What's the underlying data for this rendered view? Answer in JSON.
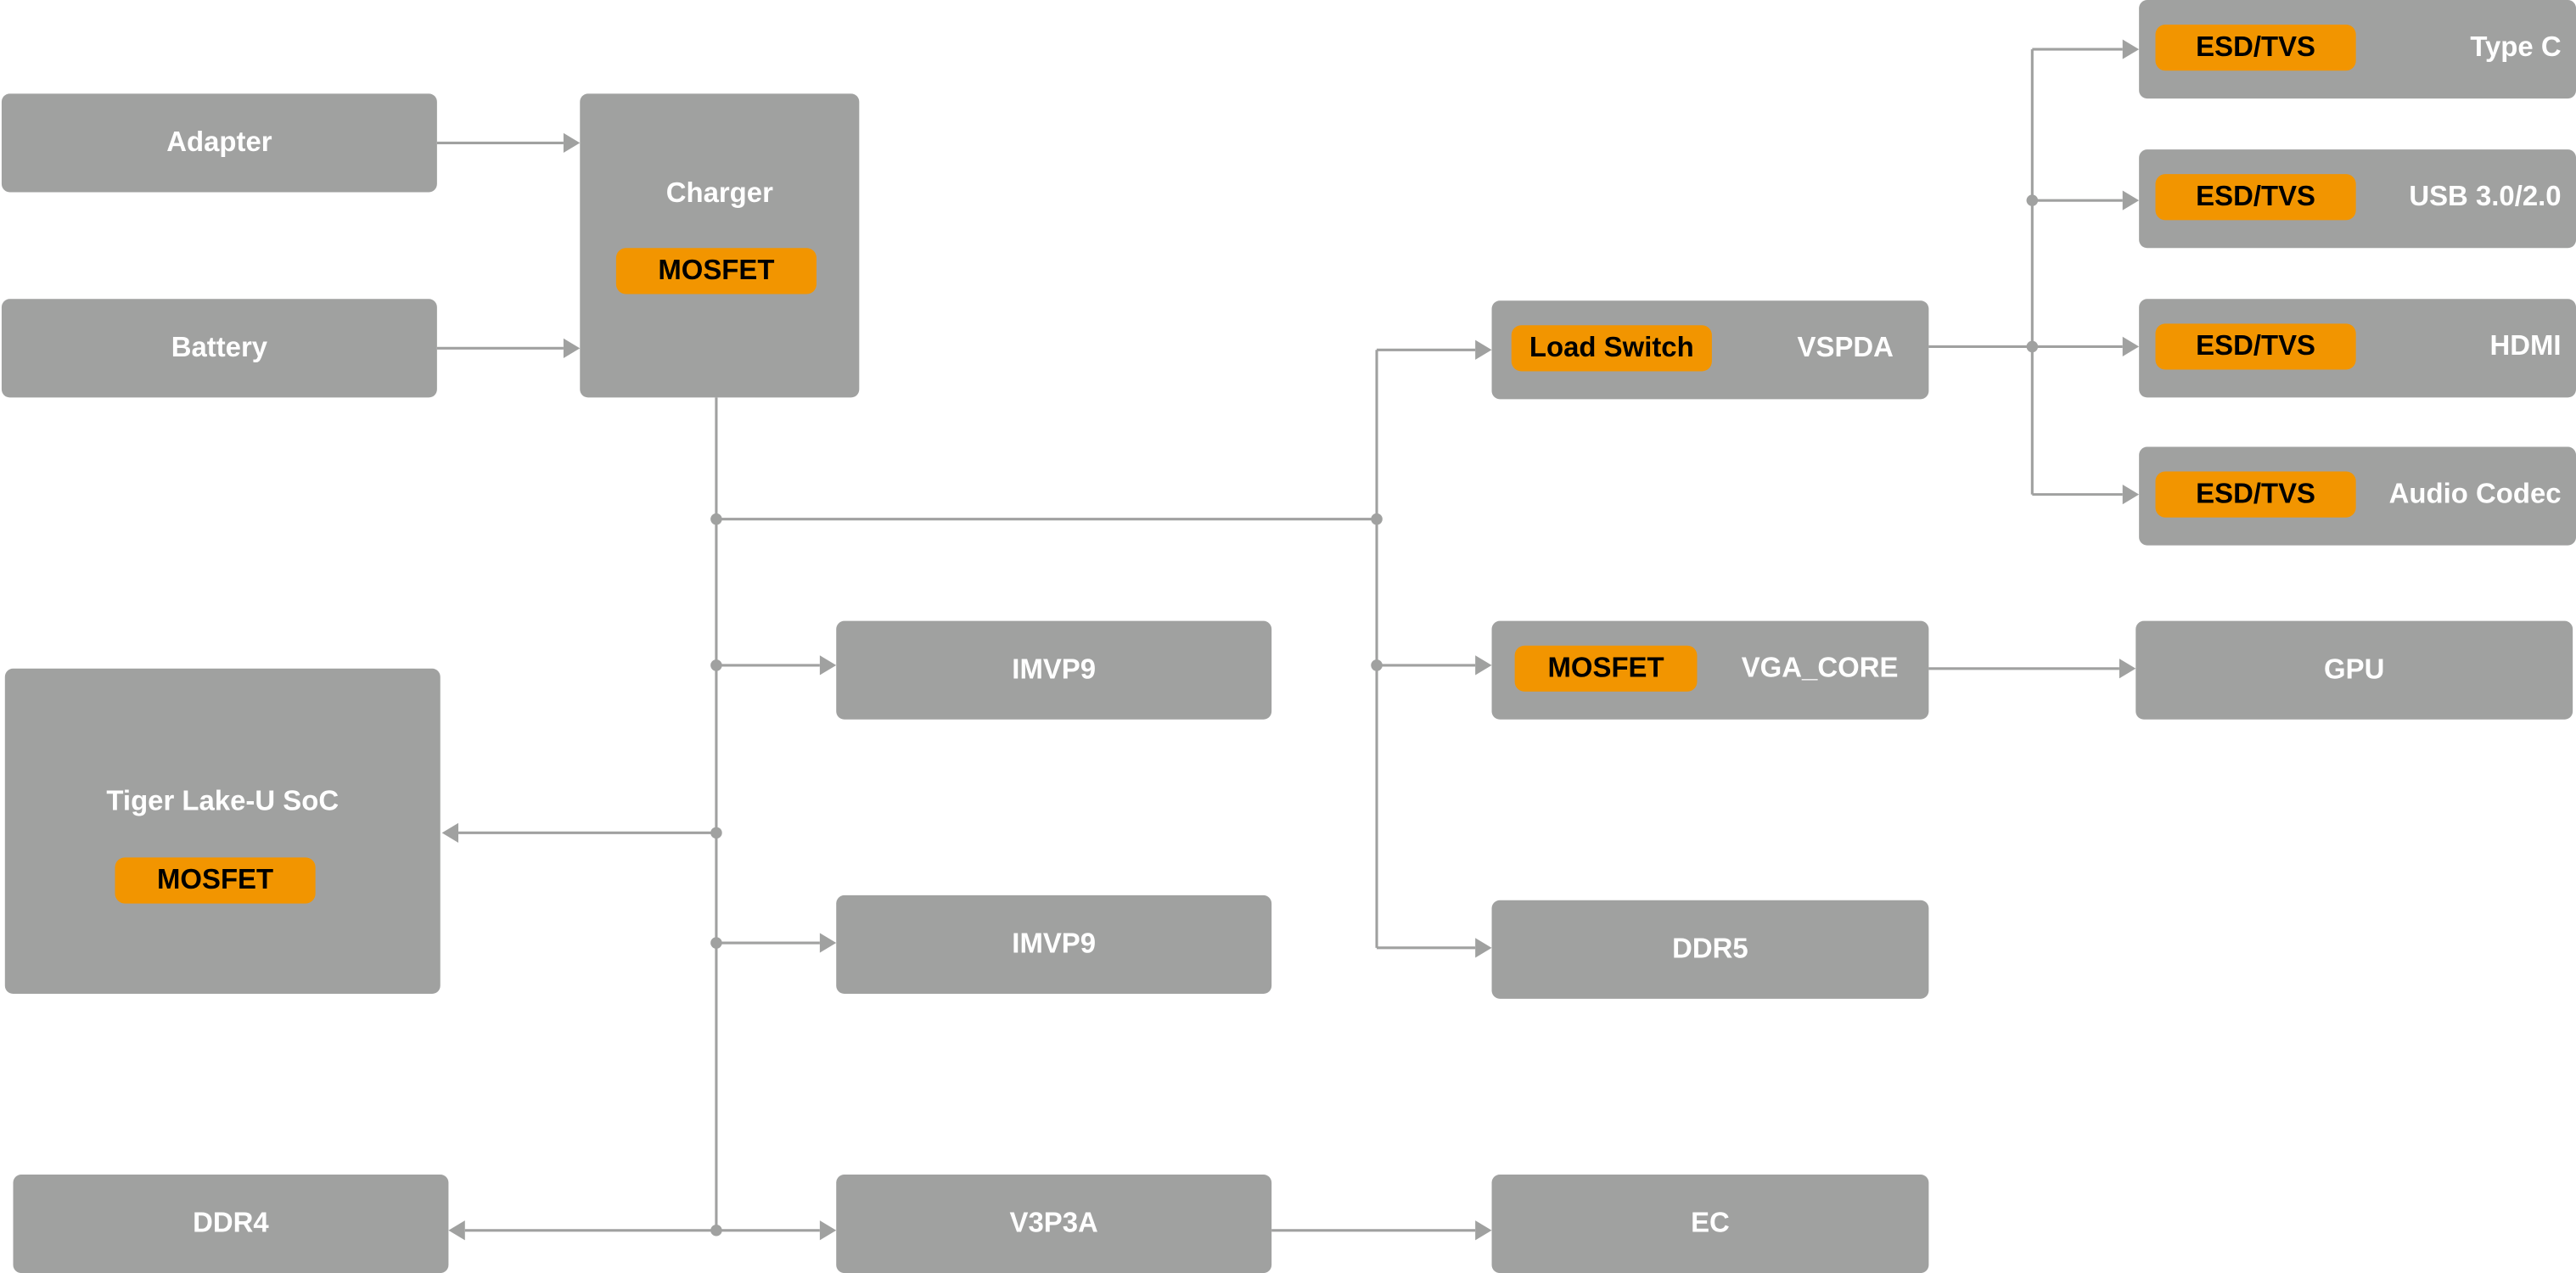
{
  "diagram": {
    "colors": {
      "block": "#a0a1a0",
      "component": "#f29500",
      "block_text": "#ffffff",
      "component_text": "#000000",
      "wire": "#a0a1a0"
    },
    "blocks": {
      "adapter": {
        "label": "Adapter"
      },
      "battery": {
        "label": "Battery"
      },
      "charger": {
        "label": "Charger",
        "component": "MOSFET"
      },
      "soc": {
        "label": "Tiger Lake-U SoC",
        "component": "MOSFET"
      },
      "ddr4": {
        "label": "DDR4"
      },
      "imvp9_a": {
        "label": "IMVP9"
      },
      "imvp9_b": {
        "label": "IMVP9"
      },
      "v3p3a": {
        "label": "V3P3A"
      },
      "vspda": {
        "label": "VSPDA",
        "component": "Load Switch"
      },
      "vga_core": {
        "label": "VGA_CORE",
        "component": "MOSFET"
      },
      "ddr5": {
        "label": "DDR5"
      },
      "ec": {
        "label": "EC"
      },
      "gpu": {
        "label": "GPU"
      },
      "type_c": {
        "label": "Type C",
        "component": "ESD/TVS"
      },
      "usb": {
        "label": "USB 3.0/2.0",
        "component": "ESD/TVS"
      },
      "hdmi": {
        "label": "HDMI",
        "component": "ESD/TVS"
      },
      "audio_codec": {
        "label": "Audio Codec",
        "component": "ESD/TVS"
      }
    },
    "connections": [
      {
        "from": "Adapter",
        "to": "Charger"
      },
      {
        "from": "Battery",
        "to": "Charger"
      },
      {
        "from": "Charger",
        "to": "Tiger Lake-U SoC"
      },
      {
        "from": "Charger",
        "to": "IMVP9"
      },
      {
        "from": "Charger",
        "to": "IMVP9"
      },
      {
        "from": "Charger",
        "to": "DDR4"
      },
      {
        "from": "Charger",
        "to": "V3P3A"
      },
      {
        "from": "Charger",
        "to": "VSPDA"
      },
      {
        "from": "Charger",
        "to": "VGA_CORE"
      },
      {
        "from": "Charger",
        "to": "DDR5"
      },
      {
        "from": "V3P3A",
        "to": "EC"
      },
      {
        "from": "VGA_CORE",
        "to": "GPU"
      },
      {
        "from": "VSPDA",
        "to": "Type C"
      },
      {
        "from": "VSPDA",
        "to": "USB 3.0/2.0"
      },
      {
        "from": "VSPDA",
        "to": "HDMI"
      },
      {
        "from": "VSPDA",
        "to": "Audio Codec"
      }
    ]
  }
}
